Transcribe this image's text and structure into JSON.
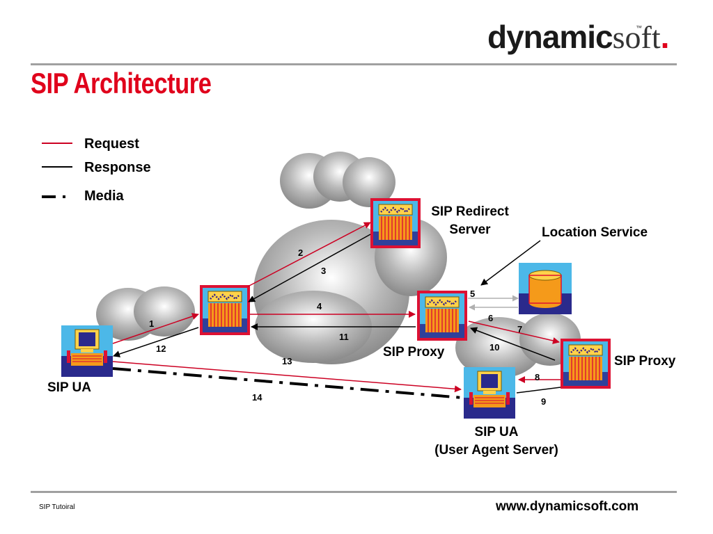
{
  "header": {
    "logo_bold": "dynamic",
    "logo_light": "soft",
    "logo_dot": ".",
    "logo_tm": "™",
    "title": "SIP Architecture"
  },
  "legend": {
    "request": "Request",
    "response": "Response",
    "media": "Media",
    "colors": {
      "request": "#cc0022",
      "response": "#000000",
      "media": "#000000"
    }
  },
  "nodes": {
    "redirect_server": {
      "line1": "SIP Redirect",
      "line2": "Server",
      "icon": "server-icon"
    },
    "location_service": {
      "label": "Location Service",
      "icon": "database-icon"
    },
    "proxy_center": {
      "label": "SIP Proxy",
      "icon": "server-icon"
    },
    "proxy_right": {
      "label": "SIP Proxy",
      "icon": "server-icon"
    },
    "ua_left": {
      "label": "SIP UA",
      "icon": "computer-icon"
    },
    "ua_server": {
      "line1": "SIP UA",
      "line2": "(User Agent Server)",
      "icon": "computer-icon"
    }
  },
  "steps": [
    "1",
    "2",
    "3",
    "4",
    "5",
    "6",
    "7",
    "8",
    "9",
    "10",
    "11",
    "12",
    "13",
    "14"
  ],
  "footer": {
    "left": "SIP Tutoiral",
    "right": "www.dynamicsoft.com"
  }
}
